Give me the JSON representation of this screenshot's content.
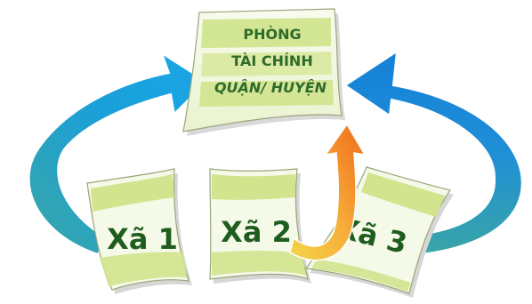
{
  "diagram": {
    "top_note": {
      "line1": "PHÒNG",
      "line2": "TÀI CHÍNH",
      "line3": "QUẬN/ HUYỆN"
    },
    "communes": [
      {
        "label": "Xã 1"
      },
      {
        "label": "Xã 2"
      },
      {
        "label": "Xã 3"
      }
    ],
    "colors": {
      "note_fill": "#f4f9e7",
      "note_band": "#c8e07c",
      "text_green": "#2e6b2a",
      "arrow_left_start": "#3aa6a6",
      "arrow_left_end": "#1aa6e8",
      "arrow_right_start": "#3aa6a6",
      "arrow_right_end": "#1580d8",
      "arrow_center_start": "#f4d44a",
      "arrow_center_end": "#f06a1a"
    }
  }
}
